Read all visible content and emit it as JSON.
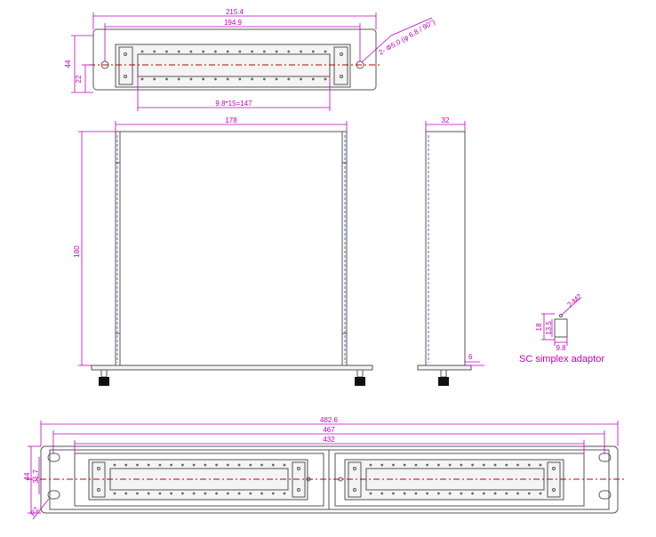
{
  "drawing": {
    "top_view": {
      "overall_width": "215.4",
      "hole_spacing": "194.9",
      "hole_callout": "2- Φ5.0 (φ 6.8 / 90°)",
      "overall_height": "44",
      "inner_height": "22",
      "port_pitch": "9.8*15=147",
      "ports_per_row": 16
    },
    "front_view": {
      "width": "178",
      "height": "180"
    },
    "side_view": {
      "depth": "32",
      "flange": "6"
    },
    "adaptor_detail": {
      "title": "SC simplex adaptor",
      "callout": "2-M2",
      "height_outer": "18",
      "height_inner": "13.5",
      "width": "9.8"
    },
    "rack_view": {
      "overall_width": "482.6",
      "hole_spacing": "467",
      "body_width": "432",
      "height": "44",
      "hole_height": "31.7",
      "slot": "R2"
    }
  }
}
